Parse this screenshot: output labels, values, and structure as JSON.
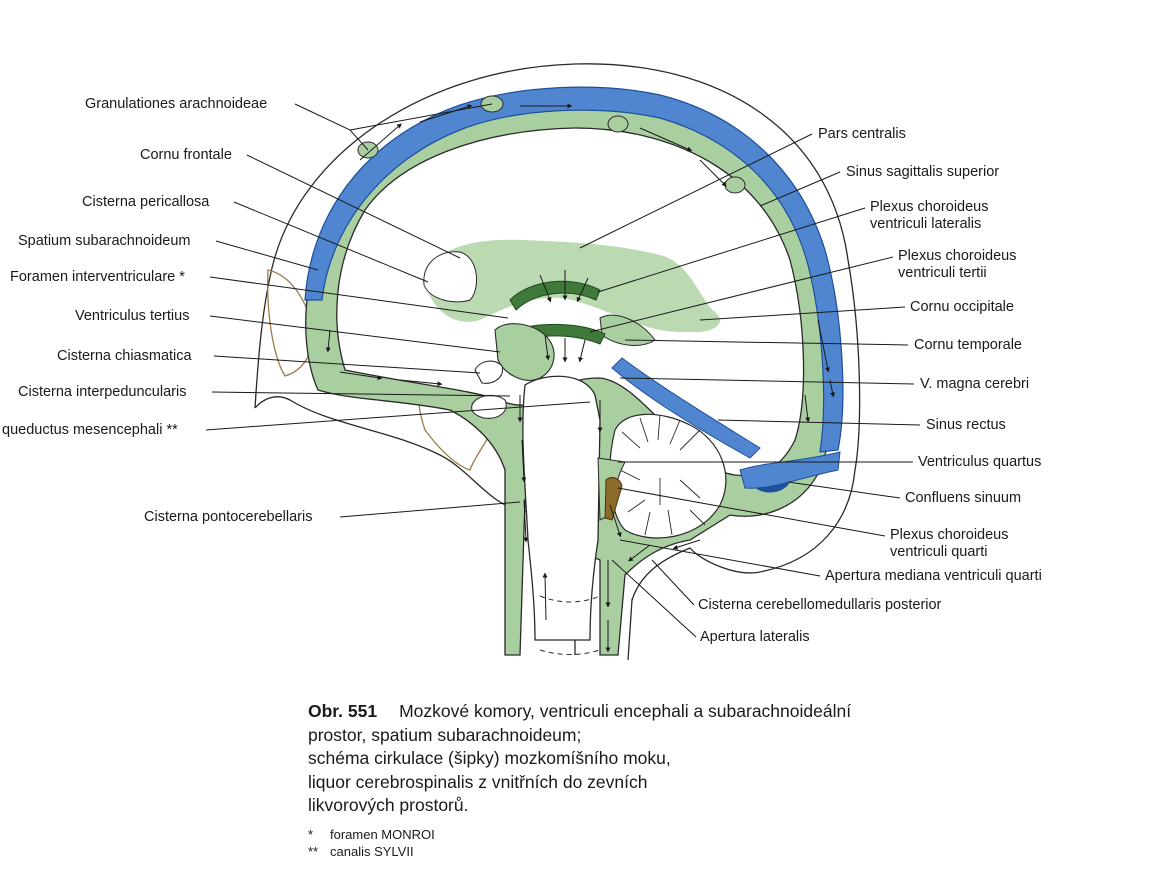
{
  "colors": {
    "csf_green": "#a9cfa0",
    "csf_green_dark": "#5f9a5a",
    "venous_blue": "#4f86cf",
    "venous_blue_dark": "#1e4f9c",
    "outline": "#2a2a2a",
    "bone_outline": "#a07a4a"
  },
  "labels_left": [
    "Granulationes arachnoideae",
    "Cornu frontale",
    "Cisterna pericallosa",
    "Spatium subarachnoideum",
    "Foramen interventriculare *",
    "Ventriculus tertius",
    "Cisterna chiasmatica",
    "Cisterna interpeduncularis",
    "queductus mesencephali **",
    "Cisterna pontocerebellaris"
  ],
  "labels_right": [
    "Pars centralis",
    "Sinus sagittalis superior",
    "Plexus choroideus",
    "ventriculi lateralis",
    "Plexus choroideus",
    "ventriculi tertii",
    "Cornu occipitale",
    "Cornu temporale",
    "V. magna cerebri",
    "Sinus rectus",
    "Ventriculus quartus",
    "Confluens sinuum",
    "Plexus choroideus",
    "ventriculi quarti",
    "Apertura mediana ventriculi quarti",
    "Cisterna cerebellomedullaris posterior",
    "Apertura lateralis"
  ],
  "caption": {
    "number": "Obr. 551",
    "line1": "Mozkové komory, ventriculi encephali a subarachnoideální",
    "line2": "prostor, spatium subarachnoideum;",
    "line3": "schéma cirkulace (šipky) mozkomíšního moku,",
    "line4": "liquor cerebrospinalis z vnitřních do zevních",
    "line5": "likvorových prostorů."
  },
  "notes": [
    {
      "mark": "*",
      "text": "foramen MONROI"
    },
    {
      "mark": "**",
      "text": "canalis SYLVII"
    }
  ]
}
